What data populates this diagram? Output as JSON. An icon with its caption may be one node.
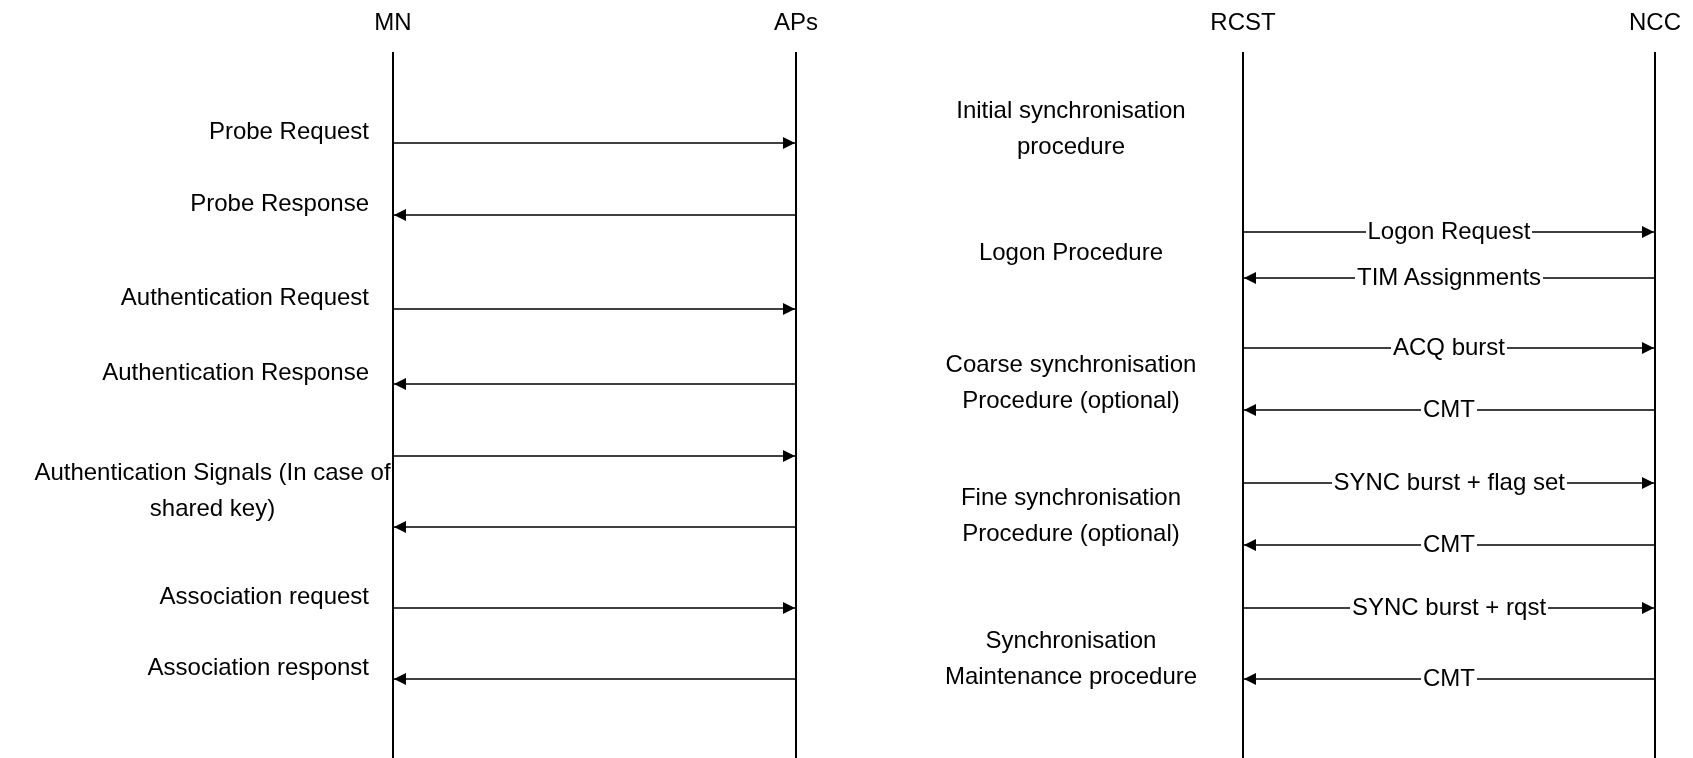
{
  "diagram": {
    "nodes": [
      {
        "text": [
          "MN"
        ]
      },
      {
        "text": [
          "APs"
        ]
      },
      {
        "text": [
          "RCST"
        ]
      },
      {
        "text": [
          "NCC"
        ]
      }
    ],
    "edges": [
      {
        "from": 0,
        "to": 1,
        "arrow": "to",
        "label": "Probe Request"
      },
      {
        "from": 1,
        "to": 0,
        "arrow": "to",
        "label": "Probe Response"
      },
      {
        "from": 0,
        "to": 1,
        "arrow": "to",
        "label": "Authentication Request"
      },
      {
        "from": 1,
        "to": 0,
        "arrow": "to",
        "label": "Authentication Response"
      },
      {
        "from": 0,
        "to": 1,
        "arrow": "to"
      },
      {
        "from": 1,
        "to": 0,
        "arrow": "to"
      },
      {
        "from": 0,
        "to": 1,
        "arrow": "to",
        "label": "Association request"
      },
      {
        "from": 1,
        "to": 0,
        "arrow": "to",
        "label": "Association responst"
      },
      {
        "from": 2,
        "to": 3,
        "arrow": "to",
        "label": "Logon Request"
      },
      {
        "from": 3,
        "to": 2,
        "arrow": "to",
        "label": "TIM Assignments"
      },
      {
        "from": 2,
        "to": 3,
        "arrow": "to",
        "label": "ACQ burst"
      },
      {
        "from": 3,
        "to": 2,
        "arrow": "to",
        "label": "CMT"
      },
      {
        "from": 2,
        "to": 3,
        "arrow": "to",
        "label": "SYNC burst + flag set"
      },
      {
        "from": 3,
        "to": 2,
        "arrow": "to",
        "label": "CMT"
      },
      {
        "from": 2,
        "to": 3,
        "arrow": "to",
        "label": "SYNC burst + rqst"
      },
      {
        "from": 3,
        "to": 2,
        "arrow": "to",
        "label": "CMT"
      }
    ],
    "labels": [
      "Authentication Signals (In case of shared key)",
      "Initial synchronisation procedure",
      "Logon Procedure",
      "Coarse synchronisation Procedure (optional)",
      "Fine synchronisation Procedure (optional)",
      "Synchronisation Maintenance procedure"
    ]
  }
}
